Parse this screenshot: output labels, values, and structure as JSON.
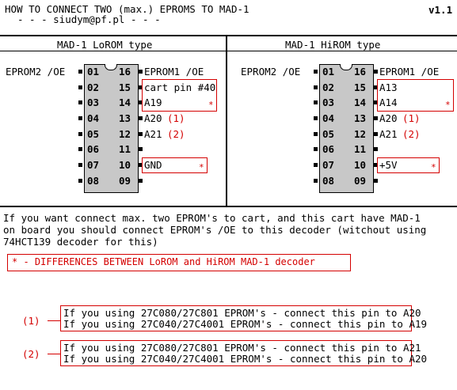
{
  "header": {
    "title": "HOW TO CONNECT TWO (max.) EPROMS TO MAD-1",
    "author": "- - - siudym@pf.pl - - -",
    "version": "v1.1"
  },
  "panels": [
    {
      "title": "MAD-1 LoROM type",
      "left_label": "EPROM2 /OE",
      "right_label": "EPROM1 /OE",
      "left_pins": [
        "01",
        "02",
        "03",
        "04",
        "05",
        "06",
        "07",
        "08"
      ],
      "right_pins": [
        "16",
        "15",
        "14",
        "13",
        "12",
        "11",
        "10",
        "09"
      ],
      "pin_notes": {
        "p15": "cart pin #40",
        "p14": "A19",
        "p13": "A20",
        "p13_ref": "(1)",
        "p12": "A21",
        "p12_ref": "(2)",
        "p10": "GND"
      }
    },
    {
      "title": "MAD-1 HiROM type",
      "left_label": "EPROM2 /OE",
      "right_label": "EPROM1 /OE",
      "left_pins": [
        "01",
        "02",
        "03",
        "04",
        "05",
        "06",
        "07",
        "08"
      ],
      "right_pins": [
        "16",
        "15",
        "14",
        "13",
        "12",
        "11",
        "10",
        "09"
      ],
      "pin_notes": {
        "p15": "A13",
        "p14": "A14",
        "p13": "A20",
        "p13_ref": "(1)",
        "p12": "A21",
        "p12_ref": "(2)",
        "p10": "+5V"
      }
    }
  ],
  "star": "*",
  "description": [
    "If you want connect max. two EPROM's to cart, and this cart have MAD-1",
    "on board you should connect EPROM's /OE to this decoder (witchout using",
    "74HCT139 decoder for this)"
  ],
  "differences_note": "* - DIFFERENCES BETWEEN LoROM and HiROM MAD-1 decoder",
  "notes": [
    {
      "ref": "(1)",
      "lines": [
        "If you using 27C080/27C801 EPROM's - connect this pin to A20",
        "If you using 27C040/27C4001 EPROM's - connect this pin to A19"
      ]
    },
    {
      "ref": "(2)",
      "lines": [
        "If you using 27C080/27C801 EPROM's - connect this pin to A21",
        "If you using 27C040/27C4001 EPROM's - connect this pin to A20"
      ]
    }
  ],
  "colors": {
    "accent": "#d40000",
    "chip": "#c8c8c8",
    "line": "#000000"
  }
}
